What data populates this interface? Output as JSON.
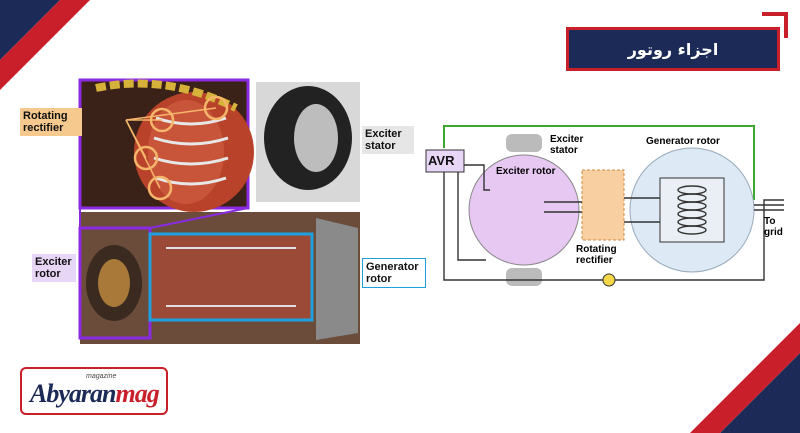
{
  "header": {
    "title": "اجزاء روتور"
  },
  "photo": {
    "labels": {
      "rotating_rectifier": "Rotating rectifier",
      "exciter_stator": "Exciter stator",
      "exciter_rotor": "Exciter rotor",
      "generator_rotor": "Generator rotor"
    }
  },
  "diagram": {
    "avr": "AVR",
    "exciter_stator": "Exciter stator",
    "exciter_rotor": "Exciter rotor",
    "generator_rotor": "Generator rotor",
    "rotating_rectifier": "Rotating rectifier",
    "to_grid": "To grid"
  },
  "logo": {
    "brand_a": "Abyaran",
    "brand_b": "mag",
    "sub": "magazine"
  },
  "colors": {
    "navy": "#1b2a56",
    "red": "#c81f2b",
    "purple": "#8a2be2",
    "orange": "#f5b56a",
    "blue": "#1ea0e0",
    "green": "#3aa832"
  }
}
